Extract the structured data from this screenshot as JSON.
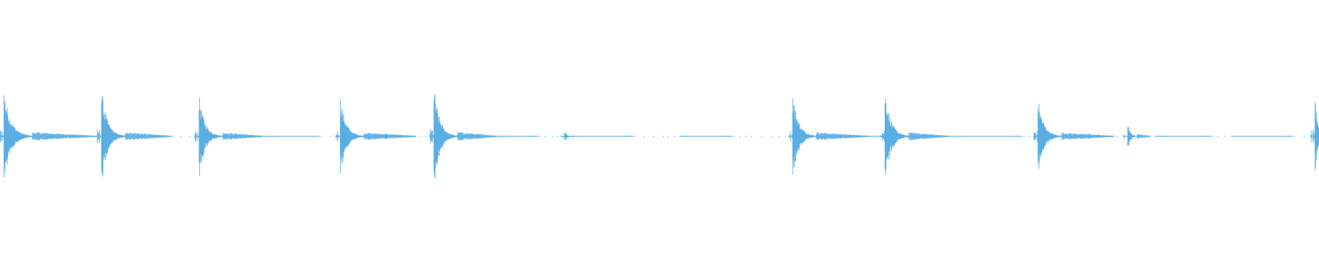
{
  "colors": {
    "background": "#ffffff",
    "waveform": "#5aaee4"
  },
  "waveform": {
    "type": "audio-waveform",
    "grid": false,
    "baseline_level": 0.0,
    "amplitude_range": [
      -1,
      1
    ],
    "events": [
      {
        "position": 0.003,
        "amplitude": 0.92,
        "decay": 0.06,
        "tail": 0.05
      },
      {
        "position": 0.077,
        "amplitude": 0.95,
        "decay": 0.05,
        "tail": 0.035
      },
      {
        "position": 0.151,
        "amplitude": 0.82,
        "decay": 0.05,
        "tail": 0.03
      },
      {
        "position": 0.258,
        "amplitude": 0.78,
        "decay": 0.05,
        "tail": 0.04
      },
      {
        "position": 0.292,
        "amplitude": 0.06,
        "decay": 0.01,
        "tail": 0.0
      },
      {
        "position": 0.329,
        "amplitude": 0.98,
        "decay": 0.05,
        "tail": 0.03
      },
      {
        "position": 0.428,
        "amplitude": 0.12,
        "decay": 0.01,
        "tail": 0.0
      },
      {
        "position": 0.601,
        "amplitude": 0.86,
        "decay": 0.05,
        "tail": 0.04
      },
      {
        "position": 0.671,
        "amplitude": 0.93,
        "decay": 0.05,
        "tail": 0.03
      },
      {
        "position": 0.787,
        "amplitude": 0.76,
        "decay": 0.05,
        "tail": 0.04
      },
      {
        "position": 0.826,
        "amplitude": 0.07,
        "decay": 0.01,
        "tail": 0.0
      },
      {
        "position": 0.855,
        "amplitude": 0.3,
        "decay": 0.02,
        "tail": 0.01
      },
      {
        "position": 0.997,
        "amplitude": 0.9,
        "decay": 0.02,
        "tail": 0.0
      }
    ],
    "gaps": [
      [
        0.058,
        0.075
      ],
      [
        0.122,
        0.148
      ],
      [
        0.242,
        0.254
      ],
      [
        0.31,
        0.326
      ],
      [
        0.408,
        0.425
      ],
      [
        0.48,
        0.515
      ],
      [
        0.555,
        0.598
      ],
      [
        0.775,
        0.784
      ],
      [
        0.835,
        0.852
      ],
      [
        0.862,
        0.875
      ],
      [
        0.918,
        0.933
      ],
      [
        0.98,
        0.993
      ]
    ]
  }
}
